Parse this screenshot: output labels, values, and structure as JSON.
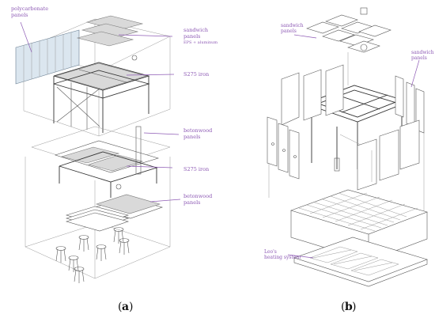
{
  "diagram": {
    "left": {
      "labels": {
        "polycarbonate": [
          "polycarbonate",
          "panels"
        ],
        "sandwich": [
          "sandwich",
          "panels"
        ],
        "sandwich_sub": "EPS + aluminum",
        "s275_top": "S275 iron",
        "betonwood_1": [
          "betonwood",
          "panels"
        ],
        "s275_mid": "S275 iron",
        "betonwood_2": [
          "betonwood",
          "panels"
        ]
      },
      "caption": {
        "open": "(",
        "letter": "a",
        "close": ")"
      }
    },
    "right": {
      "labels": {
        "sandwich_top": [
          "sandwich",
          "panels"
        ],
        "sandwich_right": [
          "sandwich",
          "panels"
        ],
        "heating": [
          "Leo's",
          "heating system"
        ]
      },
      "caption": {
        "open": "(",
        "letter": "b",
        "close": ")"
      }
    }
  }
}
